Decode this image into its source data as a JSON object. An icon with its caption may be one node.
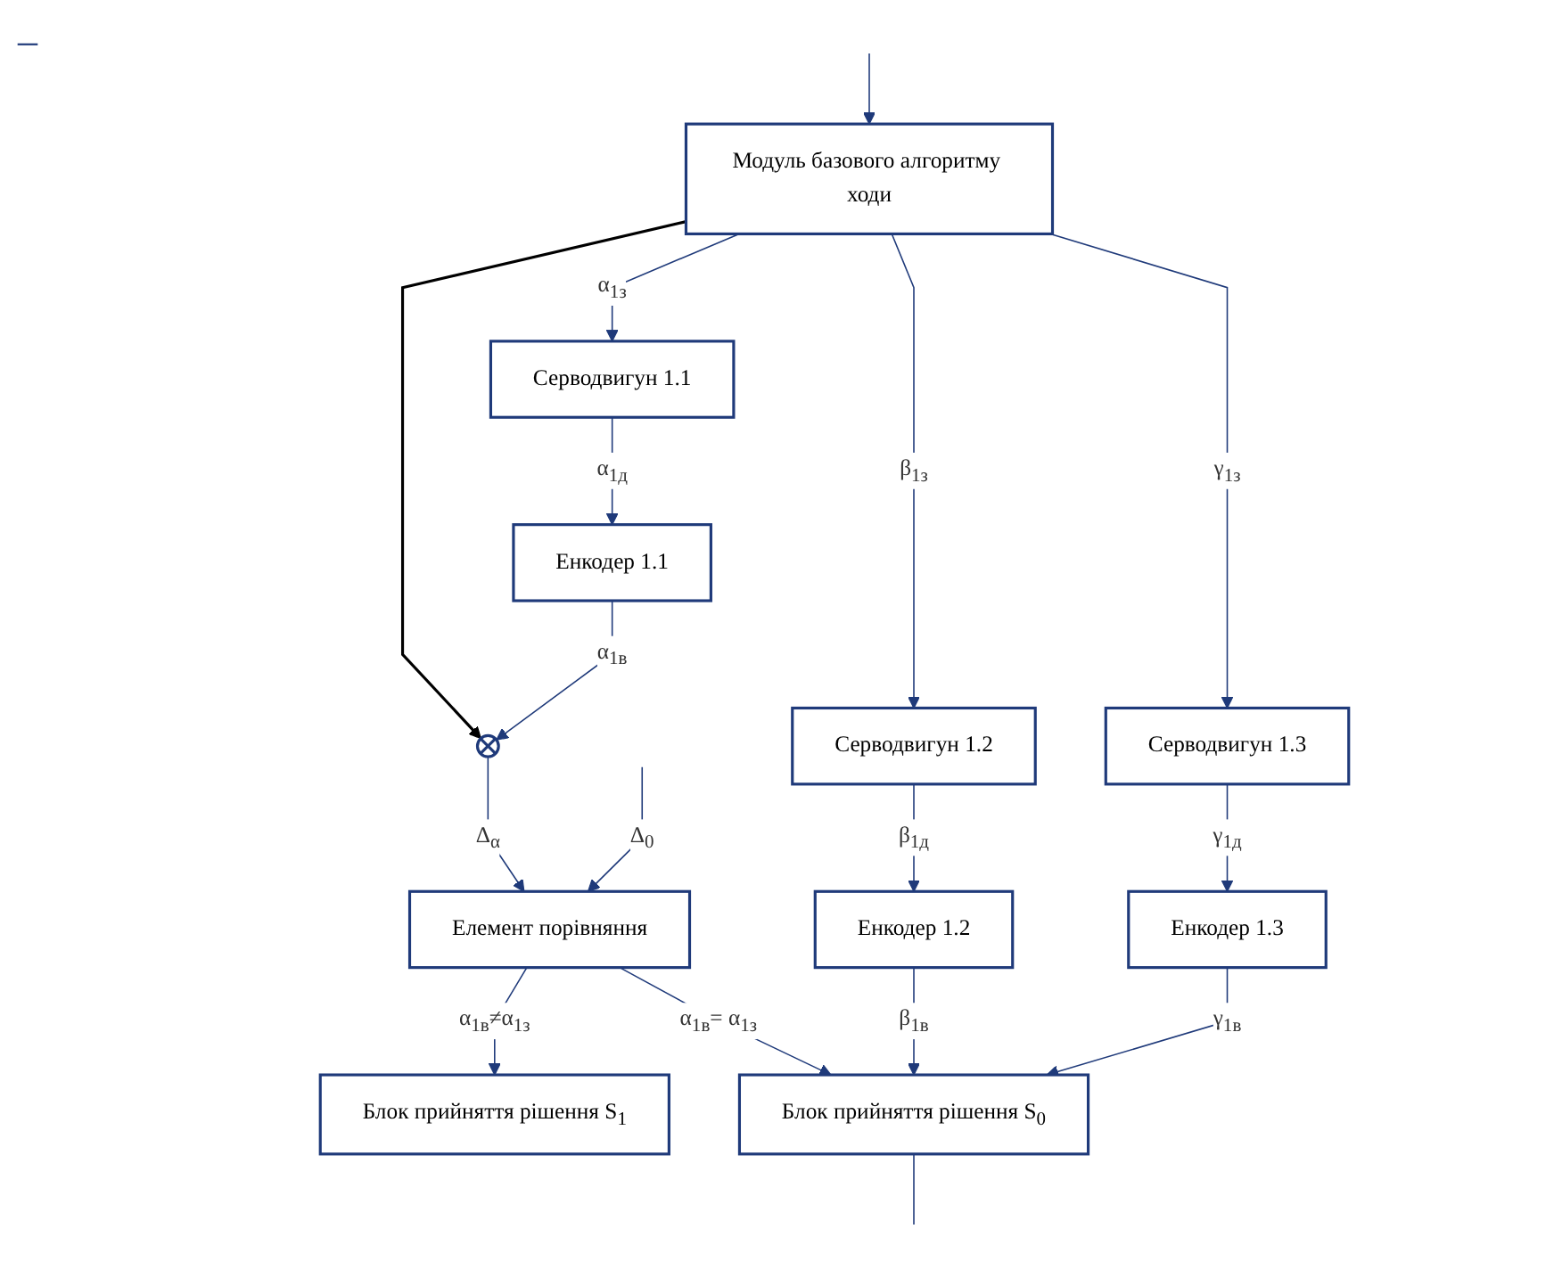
{
  "diagram": {
    "nodes": [
      {
        "text": [
          "Модуль базового алгоритму ходи"
        ]
      },
      {
        "text": [
          "Серводвигун 1.1"
        ]
      },
      {
        "text": [
          "Серводвигун 1.2"
        ]
      },
      {
        "text": [
          "Серводвигун 1.3"
        ]
      },
      {
        "text": [
          "Енкодер 1.1"
        ]
      },
      {
        "text": [
          "Енкодер 1.2"
        ]
      },
      {
        "text": [
          "Енкодер 1.3"
        ]
      },
      {
        "text": [],
        "shape": "circle"
      },
      {
        "text": [
          "Елемент порівняння"
        ]
      },
      {
        "text": [
          "Блок прийняття рішення  S$_{1}$"
        ]
      },
      {
        "text": [
          "Блок прийняття рішення  S$_{0}$"
        ]
      }
    ],
    "edges": [
      {
        "from": null,
        "to": 0,
        "arrow": "to"
      },
      {
        "from": 0,
        "to": 1,
        "arrow": "to",
        "label": "α$_{1з}$"
      },
      {
        "from": 0,
        "to": 2,
        "arrow": "to",
        "label": "β$_{1з}$"
      },
      {
        "from": 0,
        "to": 3,
        "arrow": "to",
        "label": "γ$_{1з}$"
      },
      {
        "from": 1,
        "to": 4,
        "arrow": "to",
        "label": "α$_{1д}$"
      },
      {
        "from": 2,
        "to": 5,
        "arrow": "to",
        "label": "β$_{1д}$"
      },
      {
        "from": 3,
        "to": 6,
        "arrow": "to",
        "label": "γ$_{1д}$"
      },
      {
        "from": 0,
        "to": 7,
        "arrow": "to",
        "color": "#000000"
      },
      {
        "from": 4,
        "to": 7,
        "arrow": "to",
        "label": "α$_{1в}$"
      },
      {
        "from": 7,
        "to": 8,
        "arrow": "to",
        "label": "Δ$_{α}$"
      },
      {
        "from": null,
        "to": 8,
        "arrow": "to",
        "label": "Δ$_{0}$"
      },
      {
        "from": 8,
        "to": 10,
        "arrow": "to",
        "label": "α$_{1в}$= α$_{1з}$"
      },
      {
        "from": 8,
        "to": 9,
        "arrow": "to",
        "label": "α$_{1в}$≠α$_{1з}$"
      },
      {
        "from": 5,
        "to": 10,
        "arrow": "to",
        "label": "β$_{1в}$"
      },
      {
        "from": 6,
        "to": 10,
        "arrow": "to",
        "label": "γ$_{1в}$"
      },
      {
        "from": 10,
        "to": null,
        "arrow": "none"
      }
    ],
    "labels": [
      "–"
    ]
  }
}
